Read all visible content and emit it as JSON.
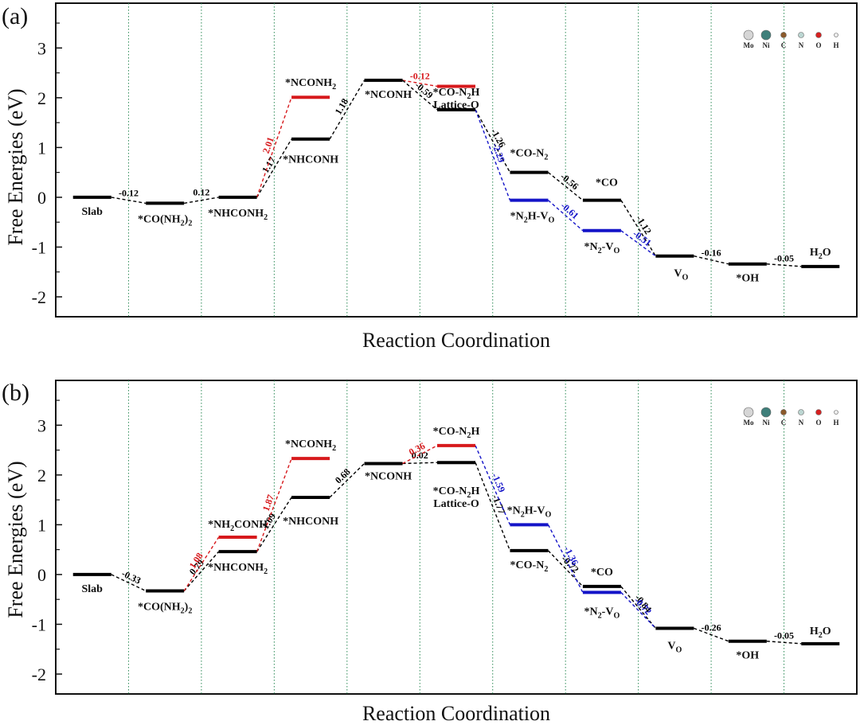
{
  "colors": {
    "main": "#000000",
    "red": "#d7191c",
    "blue": "#1414c8",
    "grid": "#2e8b57"
  },
  "legend": [
    {
      "label": "Mo",
      "color": "#d6d6d6",
      "size": "large"
    },
    {
      "label": "Ni",
      "color": "#3f7f7a",
      "size": "large"
    },
    {
      "label": "C",
      "color": "#8b5a2b",
      "size": "small"
    },
    {
      "label": "N",
      "color": "#bcd6d2",
      "size": "small"
    },
    {
      "label": "O",
      "color": "#d62020",
      "size": "small"
    },
    {
      "label": "H",
      "color": "#ededed",
      "size": "tiny"
    }
  ],
  "chart_data": [
    {
      "type": "line",
      "panel": "(a)",
      "xlabel": "Reaction Coordination",
      "ylabel": "Free Energies (eV)",
      "ylim": [
        -2.4,
        3.9
      ],
      "yticks": [
        "-2",
        "-1",
        "0",
        "1",
        "2",
        "3"
      ],
      "grid": "vertical dotted column separators",
      "legend_position": "top-right",
      "levels": [
        {
          "col": 0,
          "energy": 0,
          "label": "Slab",
          "color": "main"
        },
        {
          "col": 1,
          "energy": -0.12,
          "label": "*CO(NH2)2",
          "color": "main"
        },
        {
          "col": 2,
          "energy": 0,
          "label": "*NHCONH2",
          "color": "main"
        },
        {
          "col": 3,
          "energy": 1.17,
          "label": "*NHCONH",
          "color": "main"
        },
        {
          "col": 3,
          "energy": 2.01,
          "label": "*NCONH2",
          "color": "red"
        },
        {
          "col": 4,
          "energy": 2.35,
          "label": "*NCONH",
          "color": "main"
        },
        {
          "col": 5,
          "energy": 1.76,
          "label": "*CO-N2H\nLattice-O",
          "color": "main"
        },
        {
          "col": 5,
          "energy": 2.23,
          "label": "",
          "color": "red"
        },
        {
          "col": 6,
          "energy": 0.5,
          "label": "*CO-N2",
          "color": "main"
        },
        {
          "col": 6,
          "energy": -0.06,
          "label": "*N2H-VO",
          "color": "blue"
        },
        {
          "col": 7,
          "energy": -0.06,
          "label": "*CO",
          "color": "main"
        },
        {
          "col": 7,
          "energy": -0.67,
          "label": "*N2-VO",
          "color": "blue"
        },
        {
          "col": 8,
          "energy": -1.18,
          "label": "VO",
          "color": "main"
        },
        {
          "col": 9,
          "energy": -1.34,
          "label": "*OH",
          "color": "main"
        },
        {
          "col": 10,
          "energy": -1.39,
          "label": "H2O",
          "color": "main"
        }
      ],
      "steps": [
        {
          "from": [
            0,
            0
          ],
          "to": [
            1,
            -0.12
          ],
          "value": "-0.12",
          "color": "main"
        },
        {
          "from": [
            1,
            -0.12
          ],
          "to": [
            2,
            0
          ],
          "value": "0.12",
          "color": "main"
        },
        {
          "from": [
            2,
            0
          ],
          "to": [
            3,
            1.17
          ],
          "value": "1.17",
          "color": "main"
        },
        {
          "from": [
            2,
            0
          ],
          "to": [
            3,
            2.01
          ],
          "value": "2.01",
          "color": "red"
        },
        {
          "from": [
            3,
            1.17
          ],
          "to": [
            4,
            2.35
          ],
          "value": "1.18",
          "color": "main"
        },
        {
          "from": [
            4,
            2.35
          ],
          "to": [
            5,
            2.23
          ],
          "value": "-0.12",
          "color": "red"
        },
        {
          "from": [
            4,
            2.35
          ],
          "to": [
            5,
            1.76
          ],
          "value": "-0.59",
          "color": "main"
        },
        {
          "from": [
            5,
            1.76
          ],
          "to": [
            6,
            0.5
          ],
          "value": "-1.26",
          "color": "main"
        },
        {
          "from": [
            5,
            1.76
          ],
          "to": [
            6,
            -0.06
          ],
          "value": "-2.29",
          "color": "blue"
        },
        {
          "from": [
            6,
            0.5
          ],
          "to": [
            7,
            -0.06
          ],
          "value": "-0.56",
          "color": "main"
        },
        {
          "from": [
            6,
            -0.06
          ],
          "to": [
            7,
            -0.67
          ],
          "value": "-0.61",
          "color": "blue"
        },
        {
          "from": [
            7,
            -0.06
          ],
          "to": [
            8,
            -1.18
          ],
          "value": "-1.12",
          "color": "main"
        },
        {
          "from": [
            7,
            -0.67
          ],
          "to": [
            8,
            -1.18
          ],
          "value": "-0.51",
          "color": "blue"
        },
        {
          "from": [
            8,
            -1.18
          ],
          "to": [
            9,
            -1.34
          ],
          "value": "-0.16",
          "color": "main"
        },
        {
          "from": [
            9,
            -1.34
          ],
          "to": [
            10,
            -1.39
          ],
          "value": "-0.05",
          "color": "main"
        }
      ]
    },
    {
      "type": "line",
      "panel": "(b)",
      "xlabel": "Reaction Coordination",
      "ylabel": "Free Energies (eV)",
      "ylim": [
        -2.4,
        3.9
      ],
      "yticks": [
        "-2",
        "-1",
        "0",
        "1",
        "2",
        "3"
      ],
      "grid": "vertical dotted column separators",
      "legend_position": "top-right",
      "levels": [
        {
          "col": 0,
          "energy": 0,
          "label": "Slab",
          "color": "main"
        },
        {
          "col": 1,
          "energy": -0.33,
          "label": "*CO(NH2)2",
          "color": "main"
        },
        {
          "col": 2,
          "energy": 0.46,
          "label": "*NHCONH2",
          "color": "main"
        },
        {
          "col": 2,
          "energy": 0.75,
          "label": "*NH2CONH",
          "color": "red"
        },
        {
          "col": 3,
          "energy": 1.55,
          "label": "*NHCONH",
          "color": "main"
        },
        {
          "col": 3,
          "energy": 2.33,
          "label": "*NCONH2",
          "color": "red"
        },
        {
          "col": 4,
          "energy": 2.23,
          "label": "*NCONH",
          "color": "main"
        },
        {
          "col": 5,
          "energy": 2.25,
          "label": "*CO-N2H\nLattice-O",
          "color": "main"
        },
        {
          "col": 5,
          "energy": 2.59,
          "label": "*CO-N2H",
          "color": "red"
        },
        {
          "col": 6,
          "energy": 0.48,
          "label": "*CO-N2",
          "color": "main"
        },
        {
          "col": 6,
          "energy": 1.0,
          "label": "*N2H-VO",
          "color": "blue"
        },
        {
          "col": 7,
          "energy": -0.24,
          "label": "*CO",
          "color": "main"
        },
        {
          "col": 7,
          "energy": -0.36,
          "label": "*N2-VO",
          "color": "blue"
        },
        {
          "col": 8,
          "energy": -1.08,
          "label": "VO",
          "color": "main"
        },
        {
          "col": 9,
          "energy": -1.34,
          "label": "*OH",
          "color": "main"
        },
        {
          "col": 10,
          "energy": -1.39,
          "label": "H2O",
          "color": "main"
        }
      ],
      "steps": [
        {
          "from": [
            0,
            0
          ],
          "to": [
            1,
            -0.33
          ],
          "value": "-0.33",
          "color": "main"
        },
        {
          "from": [
            1,
            -0.33
          ],
          "to": [
            2,
            0.46
          ],
          "value": "0.79",
          "color": "main"
        },
        {
          "from": [
            1,
            -0.33
          ],
          "to": [
            2,
            0.75
          ],
          "value": "1.08",
          "color": "red"
        },
        {
          "from": [
            2,
            0.46
          ],
          "to": [
            3,
            1.55
          ],
          "value": "1.09",
          "color": "main"
        },
        {
          "from": [
            2,
            0.46
          ],
          "to": [
            3,
            2.33
          ],
          "value": "1.87",
          "color": "red"
        },
        {
          "from": [
            3,
            1.55
          ],
          "to": [
            4,
            2.23
          ],
          "value": "0.68",
          "color": "main"
        },
        {
          "from": [
            4,
            2.23
          ],
          "to": [
            5,
            2.25
          ],
          "value": "0.02",
          "color": "main"
        },
        {
          "from": [
            4,
            2.23
          ],
          "to": [
            5,
            2.59
          ],
          "value": "0.36",
          "color": "red"
        },
        {
          "from": [
            5,
            2.25
          ],
          "to": [
            6,
            0.48
          ],
          "value": "-1.77",
          "color": "main"
        },
        {
          "from": [
            5,
            2.59
          ],
          "to": [
            6,
            1.0
          ],
          "value": "-1.59",
          "color": "blue"
        },
        {
          "from": [
            6,
            0.48
          ],
          "to": [
            7,
            -0.24
          ],
          "value": "-0.72",
          "color": "main"
        },
        {
          "from": [
            6,
            1.0
          ],
          "to": [
            7,
            -0.36
          ],
          "value": "-1.36",
          "color": "blue"
        },
        {
          "from": [
            7,
            -0.24
          ],
          "to": [
            8,
            -1.08
          ],
          "value": "-0.84",
          "color": "main"
        },
        {
          "from": [
            7,
            -0.36
          ],
          "to": [
            8,
            -1.08
          ],
          "value": "-0.72",
          "color": "blue"
        },
        {
          "from": [
            8,
            -1.08
          ],
          "to": [
            9,
            -1.34
          ],
          "value": "-0.26",
          "color": "main"
        },
        {
          "from": [
            9,
            -1.34
          ],
          "to": [
            10,
            -1.39
          ],
          "value": "-0.05",
          "color": "main"
        }
      ]
    }
  ]
}
